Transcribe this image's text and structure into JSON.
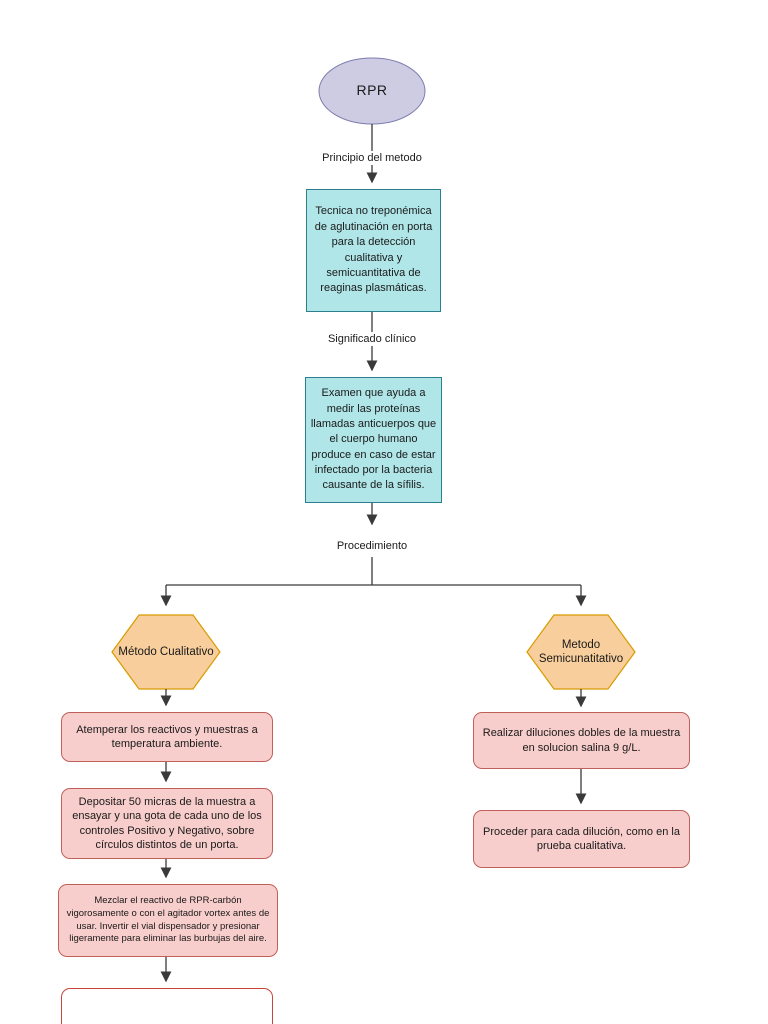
{
  "diagram": {
    "title_node": "RPR",
    "edge_labels": {
      "principle": "Principio del metodo",
      "clinical": "Significado clínico",
      "procedure": "Procedimiento"
    },
    "principle_text": "Tecnica no treponémica de aglutinación en porta para la detección cualitativa y semicuantitativa de reaginas plasmáticas.",
    "clinical_text": "Examen que ayuda a medir las proteínas llamadas anticuerpos que el cuerpo humano produce en caso de estar infectado por la bacteria causante de la sífilis.",
    "branches": {
      "qualitative": {
        "label": "Método Cualitativo",
        "steps": [
          "Atemperar los reactivos y muestras a temperatura ambiente.",
          "Depositar 50 micras de la muestra a ensayar y una gota de cada uno de los controles Positivo y Negativo, sobre círculos distintos de un porta.",
          "Mezclar el reactivo de RPR-carbón vigorosamente o con el agitador vortex antes de usar. Invertir el vial dispensador y presionar ligeramente para eliminar las burbujas del aire."
        ]
      },
      "semiquantitative": {
        "label": "Metodo Semicunatitativo",
        "steps": [
          "Realizar diluciones dobles de la muestra en solucion salina 9 g/L.",
          "Proceder para cada dilución, como en la prueba cualitativa."
        ]
      }
    },
    "colors": {
      "page_bg": "#ffffff",
      "start_fill": "#cdcce3",
      "start_border": "#7d7caf",
      "process_fill": "#b0e6e8",
      "process_border": "#2b7f8e",
      "decision_fill": "#f8cf9c",
      "decision_border": "#d79b00",
      "step_fill": "#f8cecc",
      "step_border": "#c0605a",
      "cut_step_border": "#c8453a",
      "connector": "#3a3a3a",
      "text": "#1a1a1a"
    }
  }
}
